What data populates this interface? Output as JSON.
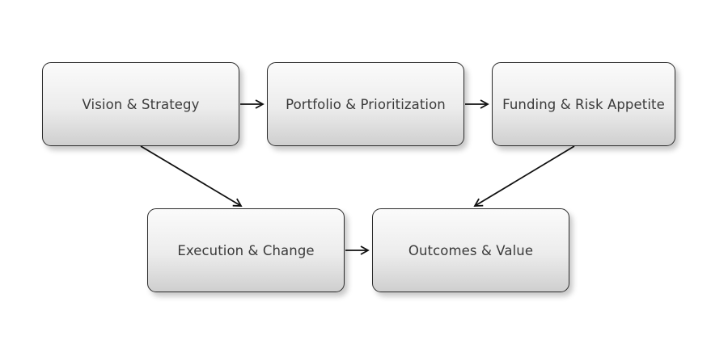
{
  "diagram": {
    "nodes": [
      {
        "id": "vision",
        "label": "Vision & Strategy"
      },
      {
        "id": "portfolio",
        "label": "Portfolio & Prioritization"
      },
      {
        "id": "funding",
        "label": "Funding & Risk Appetite"
      },
      {
        "id": "execution",
        "label": "Execution & Change"
      },
      {
        "id": "outcomes",
        "label": "Outcomes & Value"
      }
    ],
    "edges": [
      {
        "from": "vision",
        "to": "portfolio"
      },
      {
        "from": "portfolio",
        "to": "funding"
      },
      {
        "from": "vision",
        "to": "execution"
      },
      {
        "from": "funding",
        "to": "outcomes"
      },
      {
        "from": "execution",
        "to": "outcomes"
      }
    ],
    "colors": {
      "border": "#2b2b2b",
      "text": "#3a3a3a",
      "arrow": "#111111",
      "box_top": "#fbfbfb",
      "box_bottom": "#cfcfcf"
    }
  }
}
